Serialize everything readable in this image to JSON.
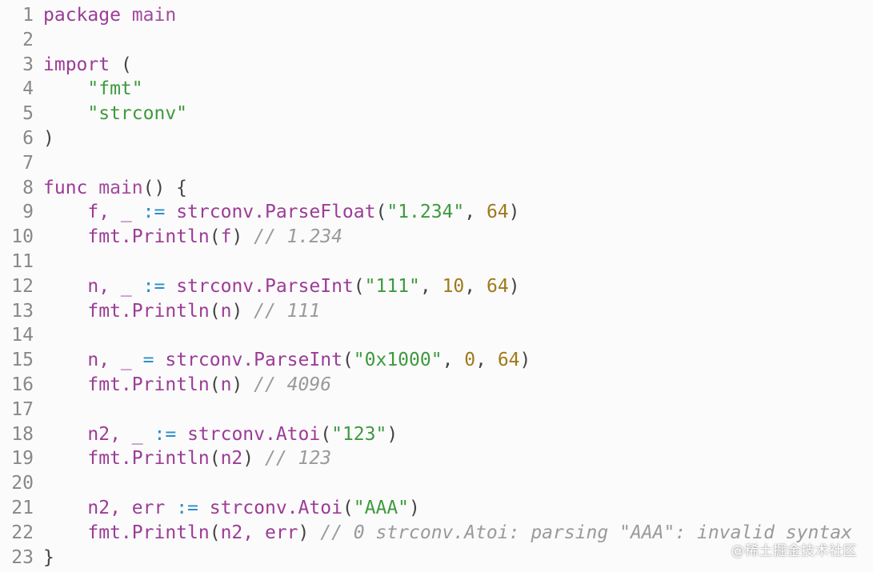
{
  "lines": [
    {
      "num": "1",
      "tokens": [
        {
          "t": "package",
          "c": "kw"
        },
        {
          "t": " ",
          "c": ""
        },
        {
          "t": "main",
          "c": "fn"
        }
      ]
    },
    {
      "num": "2",
      "tokens": []
    },
    {
      "num": "3",
      "tokens": [
        {
          "t": "import",
          "c": "kw"
        },
        {
          "t": " (",
          "c": "punc"
        }
      ]
    },
    {
      "num": "4",
      "tokens": [
        {
          "t": "    ",
          "c": ""
        },
        {
          "t": "\"fmt\"",
          "c": "str"
        }
      ]
    },
    {
      "num": "5",
      "tokens": [
        {
          "t": "    ",
          "c": ""
        },
        {
          "t": "\"strconv\"",
          "c": "str"
        }
      ]
    },
    {
      "num": "6",
      "tokens": [
        {
          "t": ")",
          "c": "punc"
        }
      ]
    },
    {
      "num": "7",
      "tokens": []
    },
    {
      "num": "8",
      "tokens": [
        {
          "t": "func",
          "c": "kw"
        },
        {
          "t": " ",
          "c": ""
        },
        {
          "t": "main",
          "c": "fn"
        },
        {
          "t": "() {",
          "c": "punc"
        }
      ]
    },
    {
      "num": "9",
      "tokens": [
        {
          "t": "    ",
          "c": ""
        },
        {
          "t": "f, _",
          "c": "pl"
        },
        {
          "t": " ",
          "c": ""
        },
        {
          "t": ":=",
          "c": "op"
        },
        {
          "t": " ",
          "c": ""
        },
        {
          "t": "strconv.ParseFloat",
          "c": "pl"
        },
        {
          "t": "(",
          "c": "punc"
        },
        {
          "t": "\"1.234\"",
          "c": "str"
        },
        {
          "t": ", ",
          "c": "punc"
        },
        {
          "t": "64",
          "c": "num"
        },
        {
          "t": ")",
          "c": "punc"
        }
      ]
    },
    {
      "num": "10",
      "tokens": [
        {
          "t": "    ",
          "c": ""
        },
        {
          "t": "fmt.Println",
          "c": "pl"
        },
        {
          "t": "(",
          "c": "punc"
        },
        {
          "t": "f",
          "c": "pl"
        },
        {
          "t": ") ",
          "c": "punc"
        },
        {
          "t": "// 1.234",
          "c": "cmt"
        }
      ]
    },
    {
      "num": "11",
      "tokens": []
    },
    {
      "num": "12",
      "tokens": [
        {
          "t": "    ",
          "c": ""
        },
        {
          "t": "n, _",
          "c": "pl"
        },
        {
          "t": " ",
          "c": ""
        },
        {
          "t": ":=",
          "c": "op"
        },
        {
          "t": " ",
          "c": ""
        },
        {
          "t": "strconv.ParseInt",
          "c": "pl"
        },
        {
          "t": "(",
          "c": "punc"
        },
        {
          "t": "\"111\"",
          "c": "str"
        },
        {
          "t": ", ",
          "c": "punc"
        },
        {
          "t": "10",
          "c": "num"
        },
        {
          "t": ", ",
          "c": "punc"
        },
        {
          "t": "64",
          "c": "num"
        },
        {
          "t": ")",
          "c": "punc"
        }
      ]
    },
    {
      "num": "13",
      "tokens": [
        {
          "t": "    ",
          "c": ""
        },
        {
          "t": "fmt.Println",
          "c": "pl"
        },
        {
          "t": "(",
          "c": "punc"
        },
        {
          "t": "n",
          "c": "pl"
        },
        {
          "t": ") ",
          "c": "punc"
        },
        {
          "t": "// 111",
          "c": "cmt"
        }
      ]
    },
    {
      "num": "14",
      "tokens": []
    },
    {
      "num": "15",
      "tokens": [
        {
          "t": "    ",
          "c": ""
        },
        {
          "t": "n, _",
          "c": "pl"
        },
        {
          "t": " ",
          "c": ""
        },
        {
          "t": "=",
          "c": "op"
        },
        {
          "t": " ",
          "c": ""
        },
        {
          "t": "strconv.ParseInt",
          "c": "pl"
        },
        {
          "t": "(",
          "c": "punc"
        },
        {
          "t": "\"0x1000\"",
          "c": "str"
        },
        {
          "t": ", ",
          "c": "punc"
        },
        {
          "t": "0",
          "c": "num"
        },
        {
          "t": ", ",
          "c": "punc"
        },
        {
          "t": "64",
          "c": "num"
        },
        {
          "t": ")",
          "c": "punc"
        }
      ]
    },
    {
      "num": "16",
      "tokens": [
        {
          "t": "    ",
          "c": ""
        },
        {
          "t": "fmt.Println",
          "c": "pl"
        },
        {
          "t": "(",
          "c": "punc"
        },
        {
          "t": "n",
          "c": "pl"
        },
        {
          "t": ") ",
          "c": "punc"
        },
        {
          "t": "// 4096",
          "c": "cmt"
        }
      ]
    },
    {
      "num": "17",
      "tokens": []
    },
    {
      "num": "18",
      "tokens": [
        {
          "t": "    ",
          "c": ""
        },
        {
          "t": "n2, _",
          "c": "pl"
        },
        {
          "t": " ",
          "c": ""
        },
        {
          "t": ":=",
          "c": "op"
        },
        {
          "t": " ",
          "c": ""
        },
        {
          "t": "strconv.Atoi",
          "c": "pl"
        },
        {
          "t": "(",
          "c": "punc"
        },
        {
          "t": "\"123\"",
          "c": "str"
        },
        {
          "t": ")",
          "c": "punc"
        }
      ]
    },
    {
      "num": "19",
      "tokens": [
        {
          "t": "    ",
          "c": ""
        },
        {
          "t": "fmt.Println",
          "c": "pl"
        },
        {
          "t": "(",
          "c": "punc"
        },
        {
          "t": "n2",
          "c": "pl"
        },
        {
          "t": ") ",
          "c": "punc"
        },
        {
          "t": "// 123",
          "c": "cmt"
        }
      ]
    },
    {
      "num": "20",
      "tokens": []
    },
    {
      "num": "21",
      "tokens": [
        {
          "t": "    ",
          "c": ""
        },
        {
          "t": "n2, err",
          "c": "pl"
        },
        {
          "t": " ",
          "c": ""
        },
        {
          "t": ":=",
          "c": "op"
        },
        {
          "t": " ",
          "c": ""
        },
        {
          "t": "strconv.Atoi",
          "c": "pl"
        },
        {
          "t": "(",
          "c": "punc"
        },
        {
          "t": "\"AAA\"",
          "c": "str"
        },
        {
          "t": ")",
          "c": "punc"
        }
      ]
    },
    {
      "num": "22",
      "tokens": [
        {
          "t": "    ",
          "c": ""
        },
        {
          "t": "fmt.Println",
          "c": "pl"
        },
        {
          "t": "(",
          "c": "punc"
        },
        {
          "t": "n2, err",
          "c": "pl"
        },
        {
          "t": ") ",
          "c": "punc"
        },
        {
          "t": "// 0 strconv.Atoi: parsing \"AAA\": invalid syntax",
          "c": "cmt"
        }
      ]
    },
    {
      "num": "23",
      "tokens": [
        {
          "t": "}",
          "c": "punc"
        }
      ]
    }
  ],
  "watermark": "@稀土掘金技术社区"
}
